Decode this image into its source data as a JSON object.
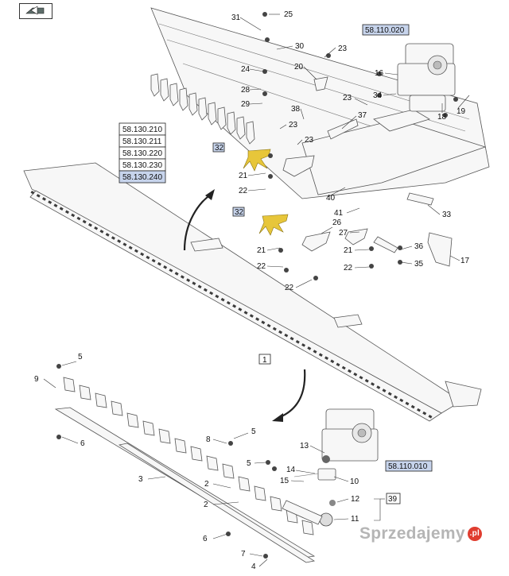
{
  "section_refs": [
    "58.130.210",
    "58.130.211",
    "58.130.220",
    "58.130.230",
    "58.130.240"
  ],
  "section_refs_highlighted": [
    false,
    false,
    false,
    false,
    true
  ],
  "gearbox_ref_top": "58.110.020",
  "gearbox_ref_bottom": "58.110.010",
  "highlighted_part": "32",
  "group_callouts": {
    "knife_assembly": "1",
    "drive_group": "39"
  },
  "labels": {
    "n1": "1",
    "n2": "2",
    "n3": "3",
    "n4": "4",
    "n5": "5",
    "n6": "6",
    "n7": "7",
    "n8": "8",
    "n9": "9",
    "n10": "10",
    "n11": "11",
    "n12": "12",
    "n13": "13",
    "n14": "14",
    "n15": "15",
    "n16": "16",
    "n17": "17",
    "n18": "18",
    "n19": "19",
    "n20": "20",
    "n21": "21",
    "n22": "22",
    "n23": "23",
    "n24": "24",
    "n25": "25",
    "n26": "26",
    "n27": "27",
    "n28": "28",
    "n29": "29",
    "n30": "30",
    "n31": "31",
    "n33": "33",
    "n34": "34",
    "n35": "35",
    "n36": "36",
    "n37": "37",
    "n38": "38",
    "n40": "40",
    "n41": "41"
  },
  "watermark": {
    "text": "Sprzedajemy",
    "suffix": ".pl"
  },
  "colors": {
    "highlight_box": "#c7d4ec",
    "highlight_part": "#e7c63a"
  }
}
